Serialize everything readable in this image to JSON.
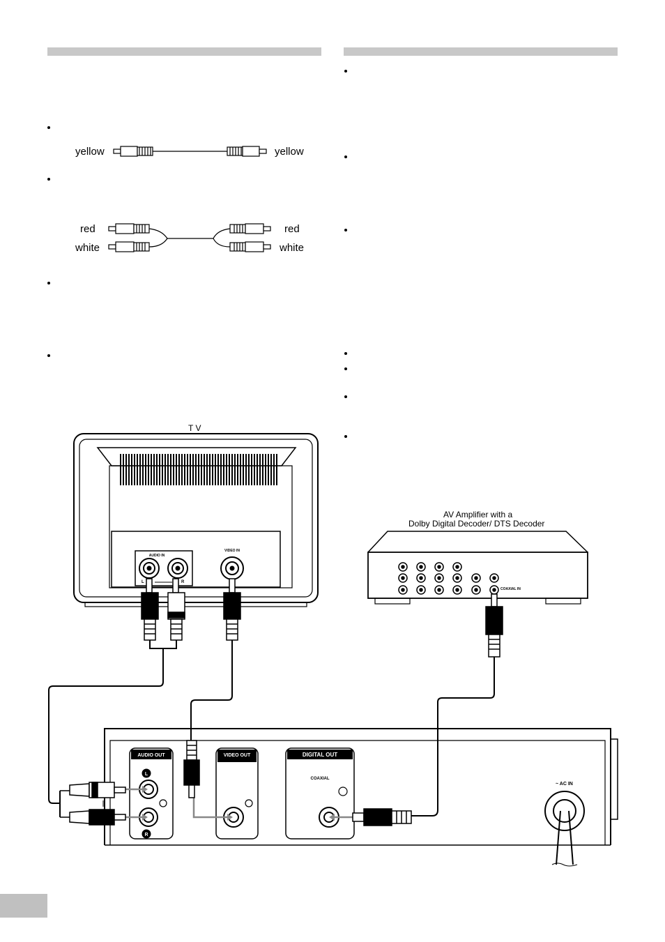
{
  "cable_labels": {
    "video_left": "yellow",
    "video_right": "yellow",
    "audio_red_left": "red",
    "audio_white_left": "white",
    "audio_red_right": "red",
    "audio_white_right": "white"
  },
  "tv": {
    "title": "T V",
    "audio_in_label": "AUDIO IN",
    "audio_l": "L",
    "audio_r": "R",
    "video_in_label": "VIDEO IN"
  },
  "amplifier": {
    "title_line1": "AV Amplifier with a",
    "title_line2": "Dolby Digital Decoder/ DTS Decoder",
    "coaxial_in_label": "COAXIAL IN"
  },
  "player_panel": {
    "audio_out_label": "AUDIO OUT",
    "audio_l": "L",
    "audio_r": "R",
    "video_out_label": "VIDEO OUT",
    "digital_out_label": "DIGITAL OUT",
    "coaxial_label": "COAXIAL",
    "ac_in_label": "~ AC IN"
  }
}
